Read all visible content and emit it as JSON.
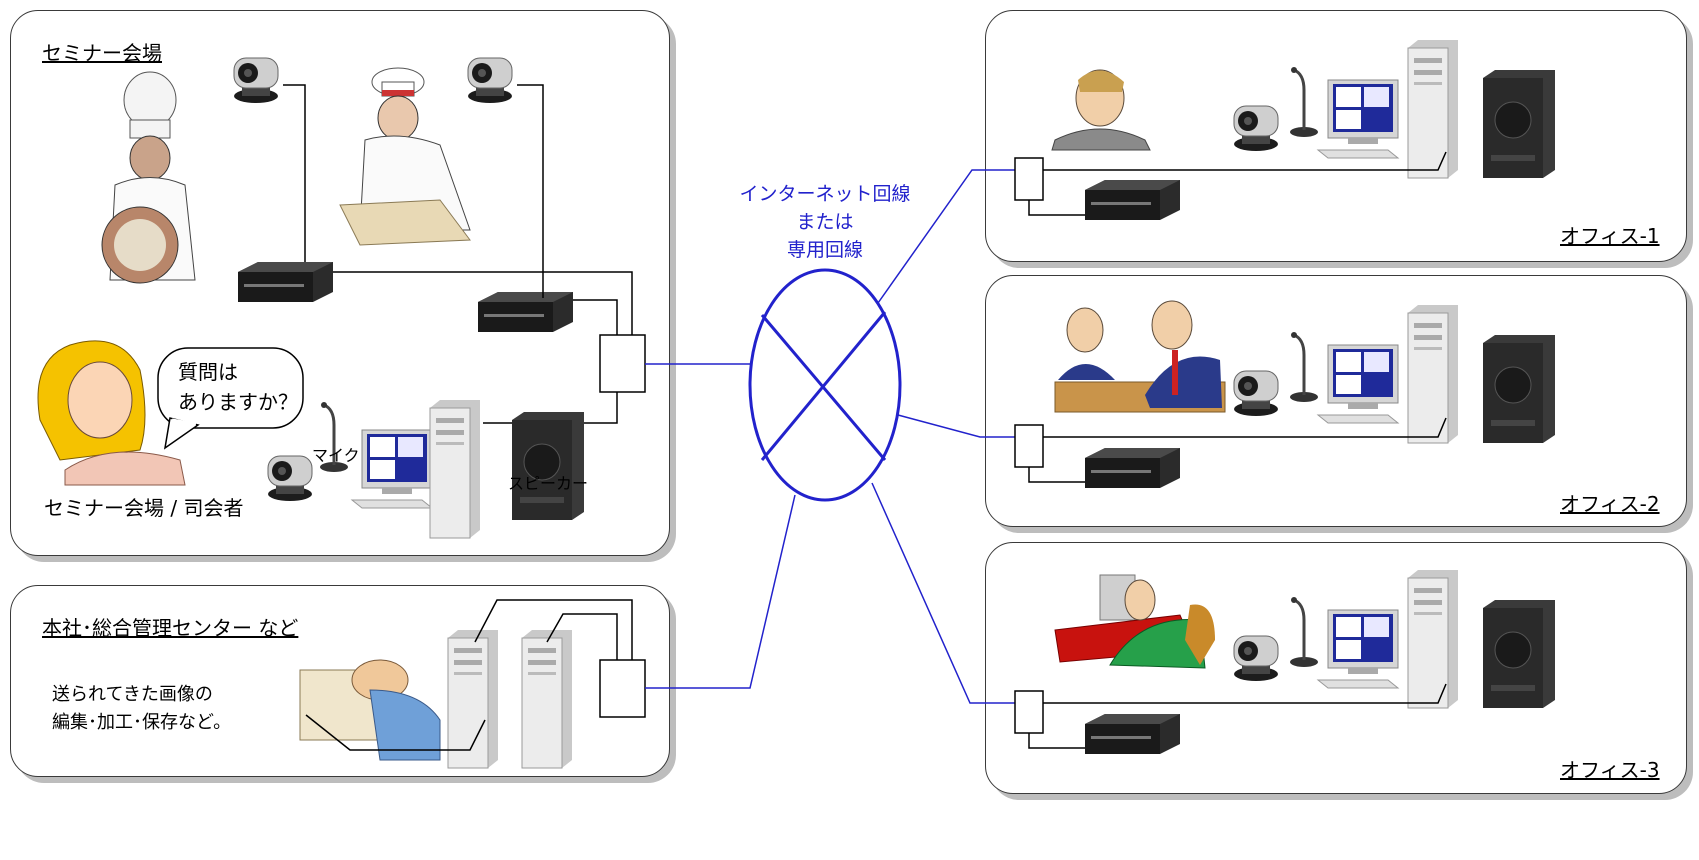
{
  "seminar": {
    "title": "セミナー会場",
    "bubble_line1": "質問は",
    "bubble_line2": "ありますか？",
    "mc_label": "セミナー会場 / 司会者",
    "mic_label": "マイク",
    "speaker_label": "スピーカー"
  },
  "hq": {
    "title": "本社･総合管理センター など",
    "desc_line1": "送られてきた画像の",
    "desc_line2": "編集･加工･保存など。"
  },
  "network": {
    "line1": "インターネット回線",
    "line2": "または",
    "line3": "専用回線",
    "color": "#2222cc"
  },
  "offices": [
    {
      "label": "オフィス-1"
    },
    {
      "label": "オフィス-2"
    },
    {
      "label": "オフィス-3"
    }
  ]
}
